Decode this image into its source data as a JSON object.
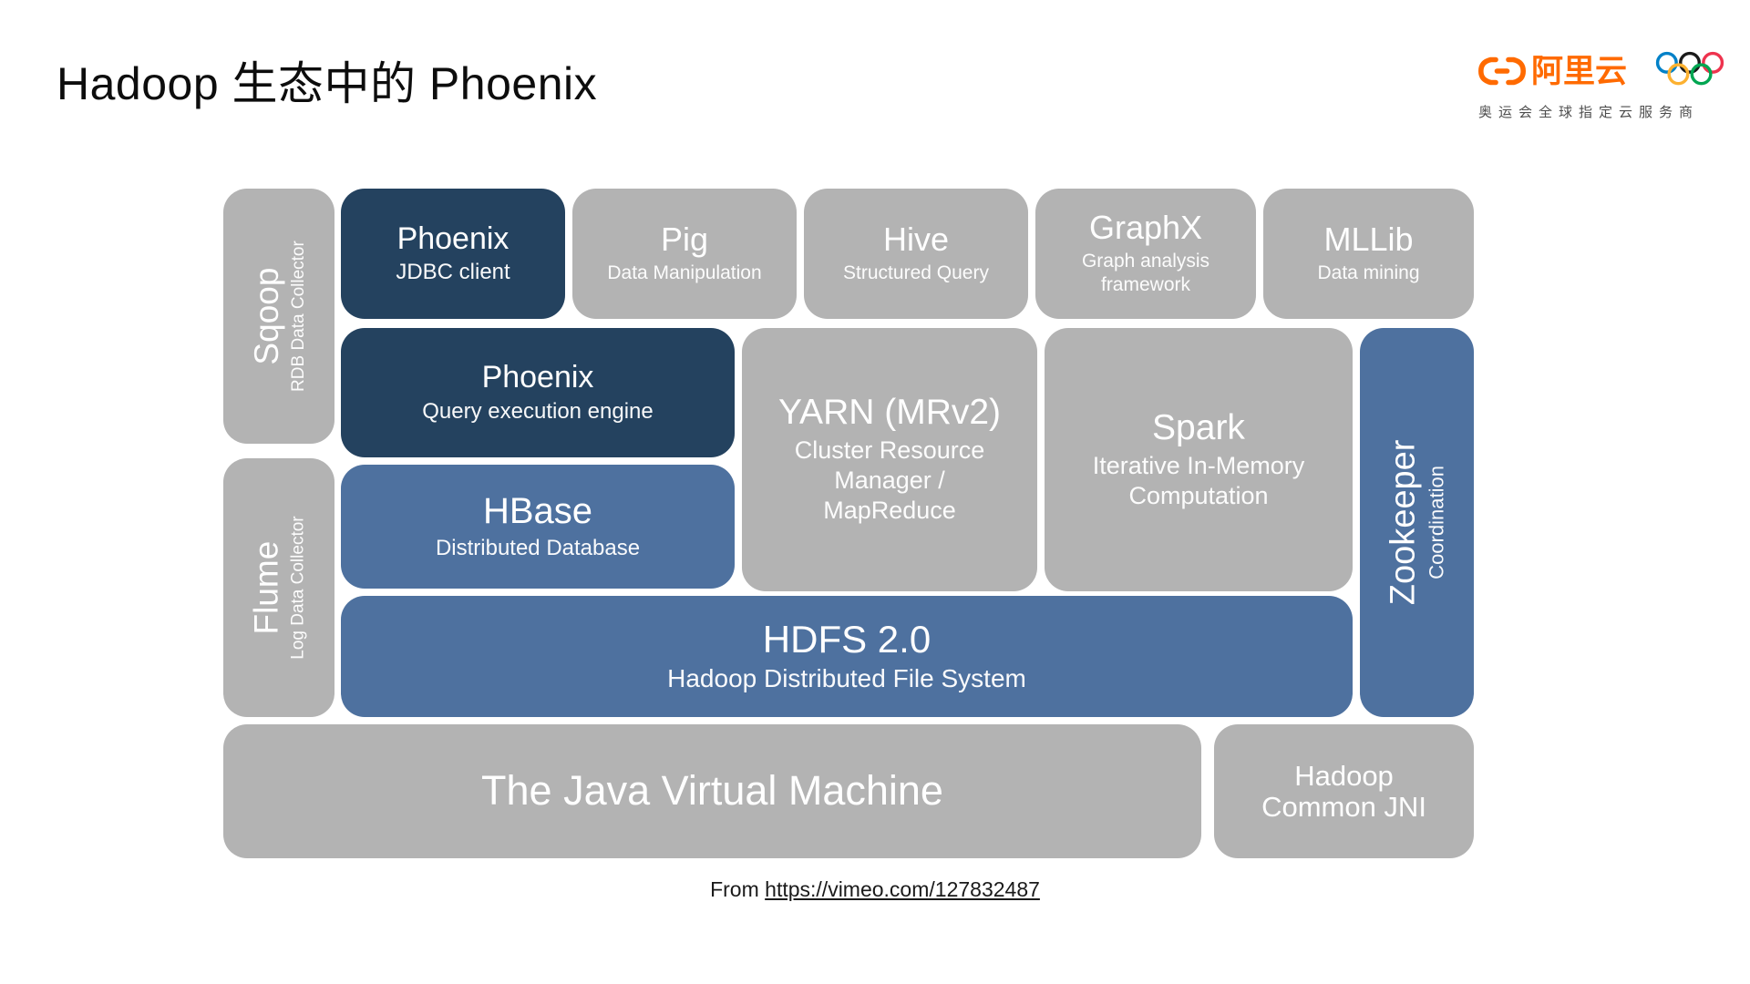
{
  "title": "Hadoop 生态中的 Phoenix",
  "logo": {
    "brand": "阿里云",
    "tagline": "奥运会全球指定云服务商",
    "accent_color": "#FF6A00",
    "ring_colors": {
      "blue": "#0081C8",
      "black": "#1b1b1b",
      "red": "#EE334E",
      "yellow": "#FCB131",
      "green": "#00A651"
    }
  },
  "colors": {
    "block_gray": "#b3b3b3",
    "block_dark_navy": "#24425f",
    "block_steel_blue": "#4e719f",
    "block_text": "#ffffff"
  },
  "diagram": {
    "blocks": [
      {
        "id": "sqoop",
        "label": "Sqoop",
        "sublabel": "RDB Data Collector"
      },
      {
        "id": "flume",
        "label": "Flume",
        "sublabel": "Log Data Collector"
      },
      {
        "id": "phoenix-jdbc",
        "label": "Phoenix",
        "sublabel": "JDBC client"
      },
      {
        "id": "pig",
        "label": "Pig",
        "sublabel": "Data Manipulation"
      },
      {
        "id": "hive",
        "label": "Hive",
        "sublabel": "Structured Query"
      },
      {
        "id": "graphx",
        "label": "GraphX",
        "sublabel": "Graph analysis framework"
      },
      {
        "id": "mllib",
        "label": "MLLib",
        "sublabel": "Data mining"
      },
      {
        "id": "phoenix-engine",
        "label": "Phoenix",
        "sublabel": "Query execution engine"
      },
      {
        "id": "yarn",
        "label": "YARN (MRv2)",
        "sublabel": "Cluster Resource Manager / MapReduce"
      },
      {
        "id": "spark",
        "label": "Spark",
        "sublabel": "Iterative In-Memory Computation"
      },
      {
        "id": "zookeeper",
        "label": "Zookeeper",
        "sublabel": "Coordination"
      },
      {
        "id": "hbase",
        "label": "HBase",
        "sublabel": "Distributed Database"
      },
      {
        "id": "hdfs",
        "label": "HDFS 2.0",
        "sublabel": "Hadoop Distributed File System"
      },
      {
        "id": "jvm",
        "label": "The Java Virtual Machine",
        "sublabel": ""
      },
      {
        "id": "jni",
        "label": "Hadoop Common JNI",
        "sublabel": ""
      }
    ]
  },
  "footer": {
    "prefix": "From",
    "link": "https://vimeo.com/127832487"
  }
}
